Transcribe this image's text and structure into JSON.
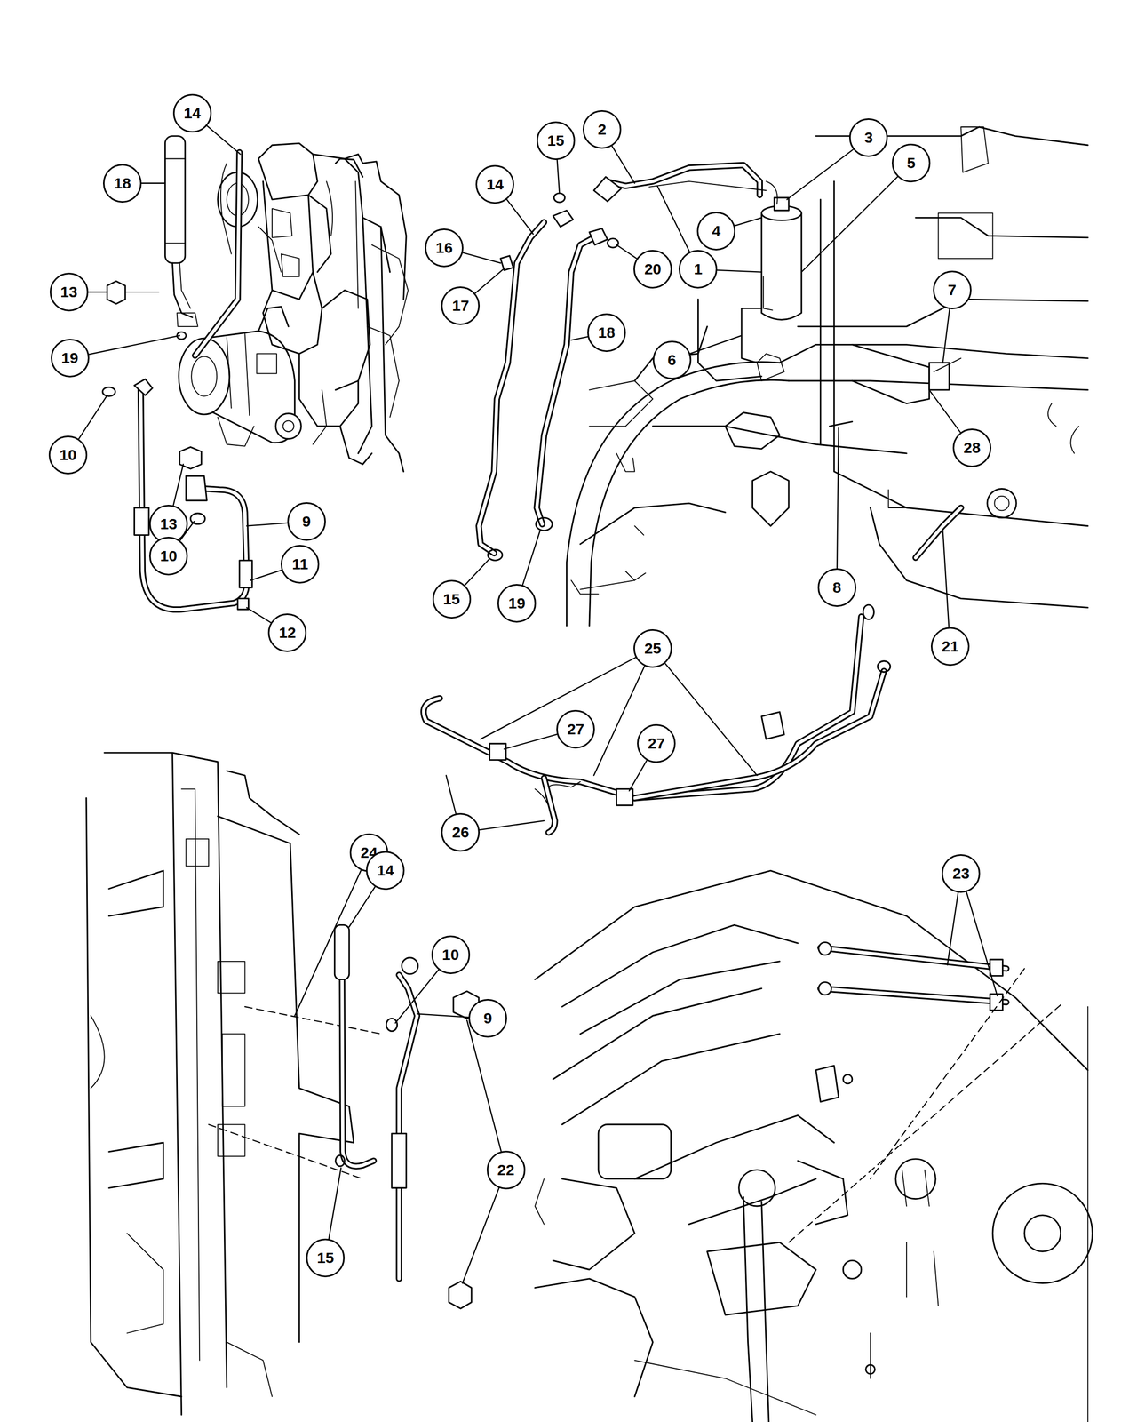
{
  "diagram": {
    "labels": [
      "14",
      "18",
      "13",
      "19",
      "10",
      "13",
      "10",
      "9",
      "11",
      "12",
      "15",
      "2",
      "3",
      "5",
      "14",
      "4",
      "16",
      "20",
      "1",
      "17",
      "18",
      "6",
      "7",
      "28",
      "15",
      "19",
      "8",
      "21",
      "25",
      "27",
      "27",
      "26",
      "24",
      "14",
      "10",
      "9",
      "22",
      "15",
      "23"
    ]
  }
}
